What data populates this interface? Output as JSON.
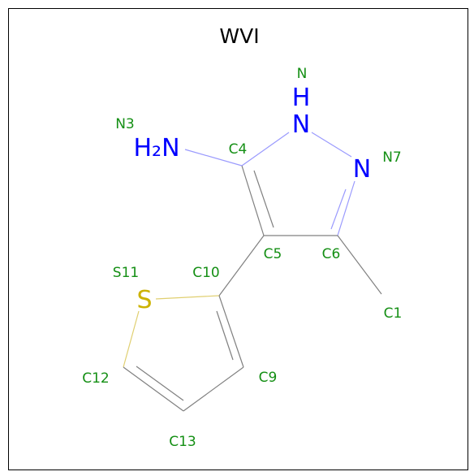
{
  "title": "WVI",
  "colors": {
    "frame": "#000000",
    "carbon_bond": "#808080",
    "nitrogen": "#0000ff",
    "nitrogen_bond": "#9a9afe",
    "sulfur": "#ccb200",
    "sulfur_bond": "#e0cf70",
    "label": "#148f14"
  },
  "atom_symbols": {
    "amine": "H₂N",
    "pyrrole_n": "N",
    "pyrrole_h": "H",
    "imine_n": "N",
    "sulfur": "S"
  },
  "atom_labels": {
    "N3": "N3",
    "C4": "C4",
    "N_top": "N",
    "N7": "N7",
    "C5": "C5",
    "C6": "C6",
    "S11": "S11",
    "C10": "C10",
    "C1": "C1",
    "C12": "C12",
    "C9": "C9",
    "C13": "C13"
  }
}
